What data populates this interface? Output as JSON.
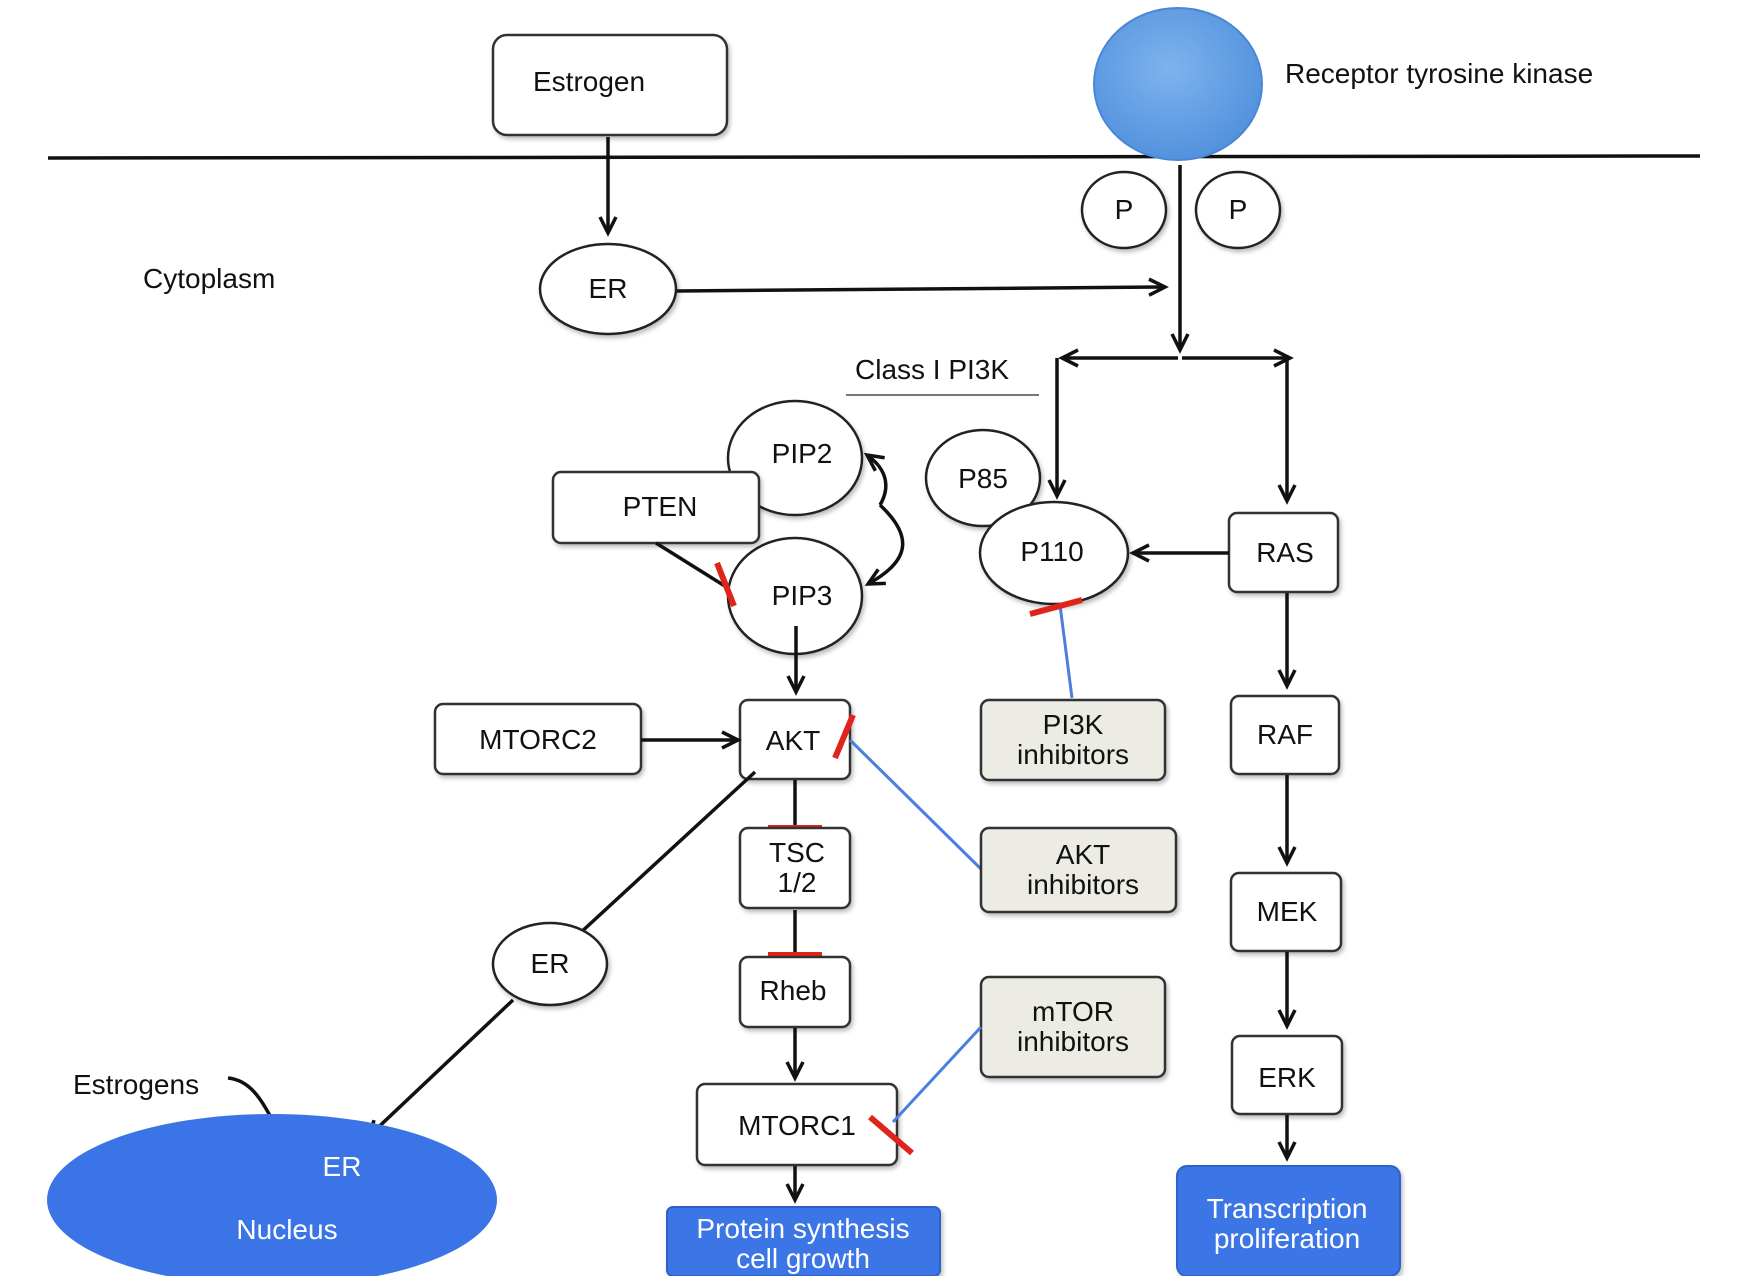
{
  "labels": {
    "estrogen": "Estrogen",
    "receptor_tyrosine_kinase": "Receptor tyrosine kinase",
    "cytoplasm": "Cytoplasm",
    "er_top": "ER",
    "p_left": "P",
    "p_right": "P",
    "class_i_pi3k": "Class I PI3K",
    "pip2": "PIP2",
    "pten": "PTEN",
    "pip3": "PIP3",
    "p85": "P85",
    "p110": "P110",
    "ras": "RAS",
    "mtorc2": "MTORC2",
    "akt": "AKT",
    "pi3k_inhibitors": [
      "PI3K",
      "inhibitors"
    ],
    "raf": "RAF",
    "tsc": [
      "TSC",
      "1/2"
    ],
    "akt_inhibitors": [
      "AKT",
      "inhibitors"
    ],
    "mek": "MEK",
    "er_middle": "ER",
    "rheb": "Rheb",
    "mtor_inhibitors": [
      "mTOR",
      "inhibitors"
    ],
    "erk": "ERK",
    "estrogens": "Estrogens",
    "mtorc1": "MTORC1",
    "er_nucleus": "ER",
    "nucleus": "Nucleus",
    "protein_synthesis": [
      "Protein synthesis",
      "cell growth"
    ],
    "transcription": [
      "Transcription",
      "proliferation"
    ]
  },
  "colors": {
    "receptor": "#5b9be0",
    "nucleus": "#3b74e6",
    "output_box": "#3b74e6",
    "inhibitor_box": "#ecebe4",
    "inhibition_mark": "#e0241b",
    "drug_link": "#4a7fe0"
  }
}
